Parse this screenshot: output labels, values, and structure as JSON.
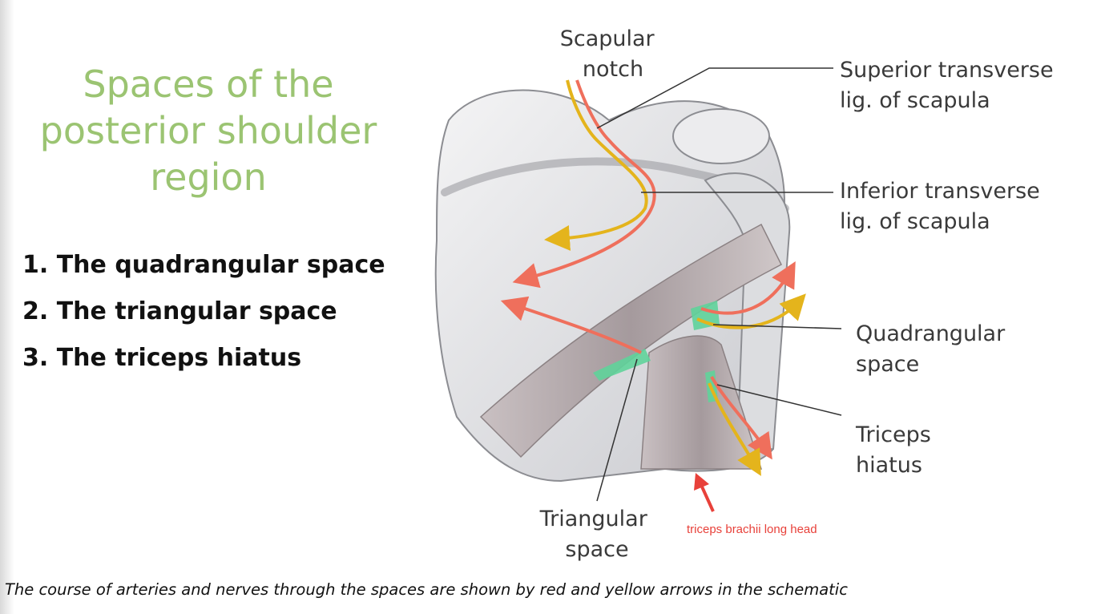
{
  "slide": {
    "title_lines": [
      "Spaces of the",
      "posterior shoulder",
      "region"
    ],
    "list_items": [
      "1. The quadrangular space",
      "2. The triangular space",
      "3. The triceps hiatus"
    ],
    "caption": "The course of arteries and nerves through the spaces are shown by red and yellow arrows in the  schematic"
  },
  "figure": {
    "labels": {
      "scapular_notch": [
        "Scapular",
        "notch"
      ],
      "superior_ligament": [
        "Superior transverse",
        "lig. of scapula"
      ],
      "inferior_ligament": [
        "Inferior transverse",
        "lig. of scapula"
      ],
      "quadrangular_space": [
        "Quadrangular",
        "space"
      ],
      "triceps_hiatus": [
        "Triceps",
        "hiatus"
      ],
      "triangular_space": [
        "Triangular",
        "space"
      ],
      "triceps_long_head": "triceps brachii long head"
    },
    "colors": {
      "artery": "#ef6f5c",
      "nerve": "#e4b41c",
      "space_highlight": "#5fd39a",
      "annotation": "#e8413a",
      "bone": "#e2e3e6",
      "muscle": "#b8aeb0"
    }
  }
}
